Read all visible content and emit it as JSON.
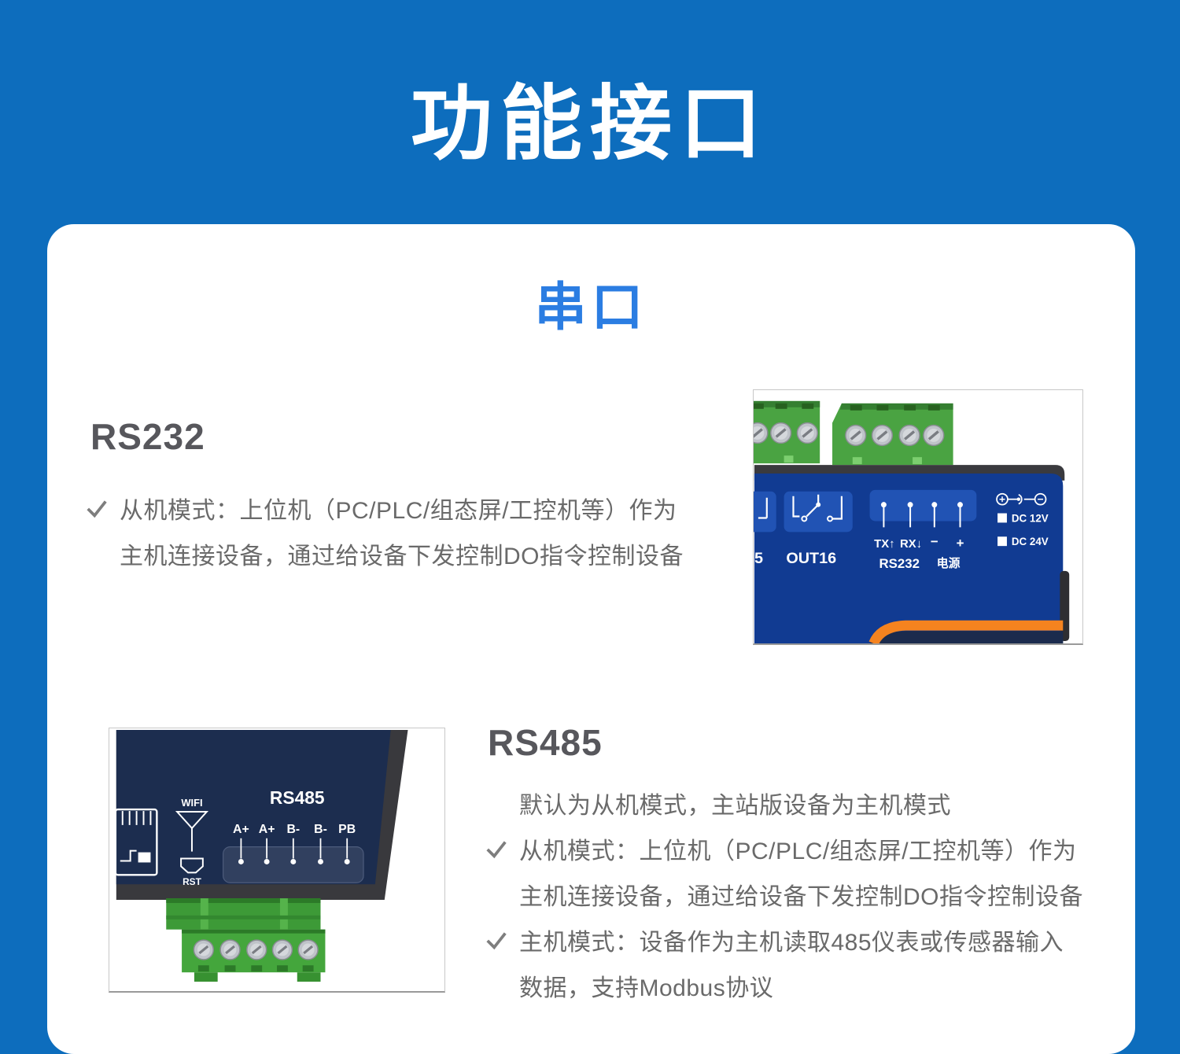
{
  "header": {
    "title": "功能接口"
  },
  "card": {
    "title": "串口"
  },
  "rs232": {
    "heading": "RS232",
    "rows": [
      {
        "check": true,
        "text": "从机模式：上位机（PC/PLC/组态屏/工控机等）作为"
      },
      {
        "check": false,
        "text": "主机连接设备，通过给设备下发控制DO指令控制设备"
      }
    ]
  },
  "rs485": {
    "heading": "RS485",
    "rows": [
      {
        "check": false,
        "text": "默认为从机模式，主站版设备为主机模式"
      },
      {
        "check": true,
        "text": "从机模式：上位机（PC/PLC/组态屏/工控机等）作为"
      },
      {
        "check": false,
        "text": "主机连接设备，通过给设备下发控制DO指令控制设备"
      },
      {
        "check": true,
        "text": "主机模式：设备作为主机读取485仪表或传感器输入"
      },
      {
        "check": false,
        "text": "数据，支持Modbus协议"
      }
    ]
  },
  "rs232_photo": {
    "out15_digit": "5",
    "out16": "OUT16",
    "tx": "TX↑",
    "rx": "RX↓",
    "minus": "−",
    "plus": "+",
    "port": "RS232",
    "power": "电源",
    "dc12": "DC 12V",
    "dc24": "DC 24V"
  },
  "rs485_photo": {
    "wifi": "WIFI",
    "rst": "RST",
    "port": "RS485",
    "pins": [
      "A+",
      "A+",
      "B-",
      "B-",
      "PB"
    ]
  },
  "colors": {
    "background_blue": "#0d6dbd",
    "accent_blue": "#2b7de2",
    "card_white": "#ffffff",
    "device_royal_blue": "#113b92",
    "device_pin_box_blue": "#2153b4",
    "device_navy": "#1c2d4f",
    "orange_stripe": "#f5831f",
    "terminal_green": "#46a83e",
    "body_text_gray": "#6a6a6a",
    "heading_gray": "#57575c"
  }
}
